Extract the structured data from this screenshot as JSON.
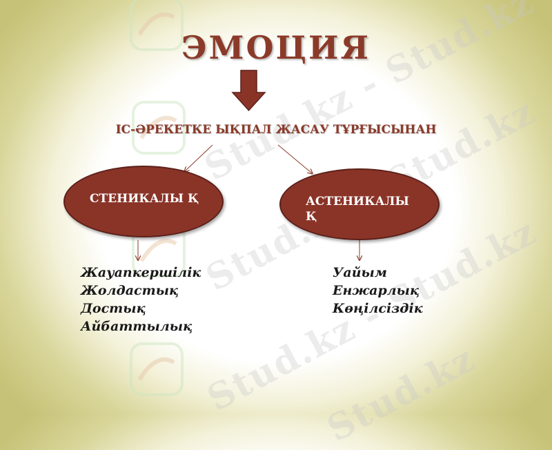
{
  "watermark": {
    "text": "Stud.kz - Stud.kz",
    "short": "Stud.kz"
  },
  "title": "ЭМОЦИЯ",
  "subtitle": "ІС-ӘРЕКЕТКЕ ЫҚПАЛ ЖАСАУ ТҰРҒЫСЫНАН",
  "left": {
    "label": "СТЕНИКАЛЫ Қ",
    "items": [
      "Жауапкершілік",
      "Жолдастық",
      "Достық",
      "Айбаттылық"
    ]
  },
  "right": {
    "label": "АСТЕНИКАЛЫ Қ",
    "items": [
      "Уайым",
      "Енжарлық",
      "Көңілсіздік"
    ]
  },
  "colors": {
    "accent": "#8b3a2a",
    "oval_fill": "#8a3428"
  }
}
